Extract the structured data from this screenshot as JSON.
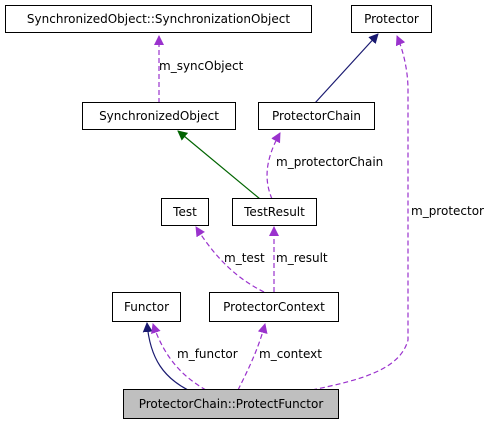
{
  "colors": {
    "inheritance": "#191970",
    "inheritance_alt": "#006400",
    "usage": "#9a32cd",
    "node_fill": "#ffffff",
    "focus_fill": "#bfbfbf",
    "border": "#000000"
  },
  "nodes": {
    "sync_obj_inner": "SynchronizedObject::SynchronizationObject",
    "protector": "Protector",
    "synchronized_object": "SynchronizedObject",
    "protector_chain": "ProtectorChain",
    "test": "Test",
    "test_result": "TestResult",
    "functor": "Functor",
    "protector_context": "ProtectorContext",
    "focus": "ProtectorChain::ProtectFunctor"
  },
  "edge_labels": {
    "sync_object": "m_syncObject",
    "protector_chain": "m_protectorChain",
    "protector": "m_protector",
    "test": "m_test",
    "result": "m_result",
    "functor": "m_functor",
    "context": "m_context"
  }
}
